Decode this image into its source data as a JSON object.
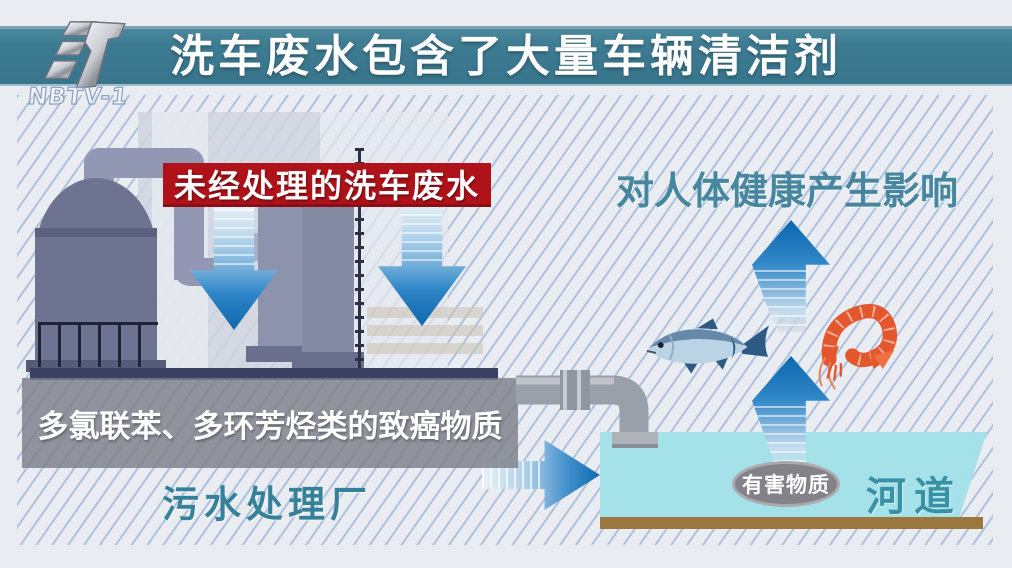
{
  "watermark": {
    "label": "NBTV-1"
  },
  "header": {
    "title": "洗车废水包含了大量车辆清洁剂"
  },
  "scene": {
    "untreated_label": "未经处理的洗车废水",
    "carcinogens_label": "多氯联苯、多环芳烃类的致癌物质",
    "plant_label": "污水处理厂",
    "health_label": "对人体健康产生影响",
    "harmful_label": "有害物质",
    "river_label": "河道"
  },
  "icons": {
    "logo": "nbtv-logo",
    "fish": "fish-icon",
    "shrimp": "shrimp-icon",
    "arrows": [
      "down-arrow-icon",
      "down-arrow-icon",
      "right-arrow-icon",
      "up-arrow-icon",
      "up-arrow-icon"
    ]
  },
  "colors": {
    "banner_teal": "#3d7b92",
    "caption_teal": "#35819a",
    "red_label": "#b0121a",
    "arrow_blue": "#0f67ad",
    "river_cyan": "#a5e1e9",
    "river_bed_brown": "#9b7840",
    "harmful_oval_gray": "#828288",
    "tank_gray_purple": "#6e7392",
    "stripe_blue": "#7494cb",
    "background": "#e9edf1"
  }
}
